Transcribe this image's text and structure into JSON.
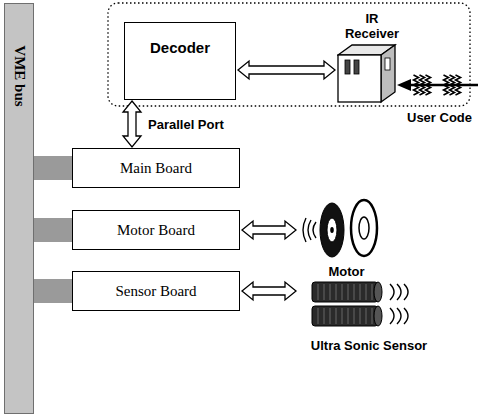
{
  "diagram": {
    "nodes": [
      {
        "text": [
          "VME bus"
        ]
      },
      {
        "text": [
          "Decoder"
        ]
      },
      {
        "text": [
          "IR Receiver"
        ]
      },
      {
        "text": [
          "Main Board"
        ]
      },
      {
        "text": [
          "Motor Board"
        ]
      },
      {
        "text": [
          "Motor"
        ]
      },
      {
        "text": [
          "Sensor Board"
        ]
      },
      {
        "text": [
          "Ultra Sonic Sensor"
        ]
      }
    ],
    "edges": [
      {
        "from": 1,
        "to": 2,
        "arrow": "both"
      },
      {
        "from": 1,
        "to": 3,
        "label": "Parallel Port",
        "arrow": "both"
      },
      {
        "from": 0,
        "to": 3,
        "arrow": "none"
      },
      {
        "from": 0,
        "to": 4,
        "arrow": "none"
      },
      {
        "from": 0,
        "to": 6,
        "arrow": "none"
      },
      {
        "from": 4,
        "to": 5,
        "arrow": "both"
      },
      {
        "from": 6,
        "to": 7,
        "arrow": "both"
      }
    ],
    "labels": [
      "User Code"
    ]
  }
}
